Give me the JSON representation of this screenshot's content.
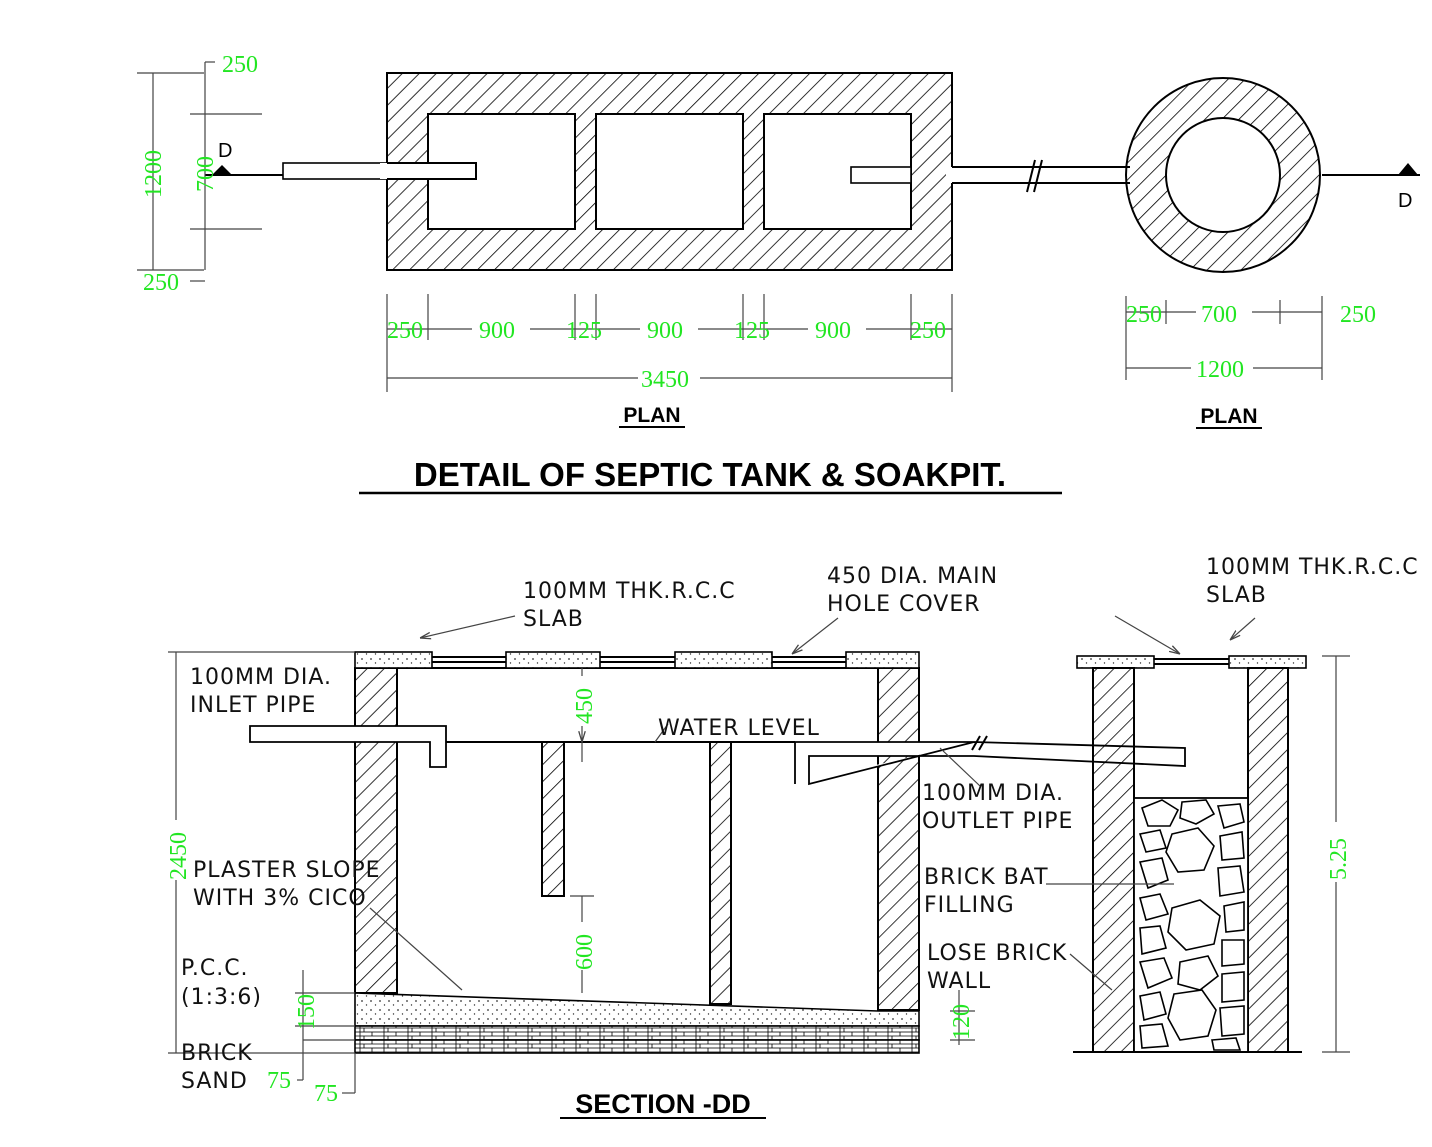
{
  "title": "DETAIL OF  SEPTIC TANK & SOAKPIT.",
  "plan_label_tank": "PLAN",
  "plan_label_pit": "PLAN",
  "section_label": "SECTION -DD",
  "section_marks": {
    "left": "D",
    "right": "D"
  },
  "plan_dims": {
    "top_wall": "250",
    "inner": "700",
    "total": "1200",
    "bottom_wall": "250",
    "wall": "250",
    "chamber": "900",
    "partition": "125",
    "length": "3450",
    "pit_wall": "250",
    "pit_inner": "700",
    "pit_total": "1200"
  },
  "section_dims": {
    "freeboard": "450",
    "baffle_clear": "600",
    "depth": "2450",
    "pcc": "150",
    "pcc_right": "120",
    "brick": "75",
    "sand": "75",
    "pit_depth": "5.25"
  },
  "labels": {
    "slab_tank": [
      "100MM  THK.R.C.C",
      "SLAB"
    ],
    "manhole": [
      "450  DIA.    MAIN",
      "HOLE  COVER"
    ],
    "slab_pit": [
      "100MM  THK.R.C.C",
      "SLAB"
    ],
    "inlet": [
      "100MM  DIA.",
      "INLET  PIPE"
    ],
    "water_level": "WATER  LEVEL",
    "outlet": [
      "100MM  DIA.",
      "OUTLET  PIPE"
    ],
    "plaster": [
      "PLASTER  SLOPE",
      "WITH  3%  CICO"
    ],
    "brick_bat": [
      "BRICK  BAT",
      "FILLING"
    ],
    "lose_brick": [
      "LOSE  BRICK",
      "WALL"
    ],
    "pcc": [
      "P.C.C.",
      "(1:3:6)"
    ],
    "brick": "BRICK",
    "sand": "SAND"
  },
  "colors": {
    "dimension": "#22e622",
    "lines": "#000000"
  }
}
